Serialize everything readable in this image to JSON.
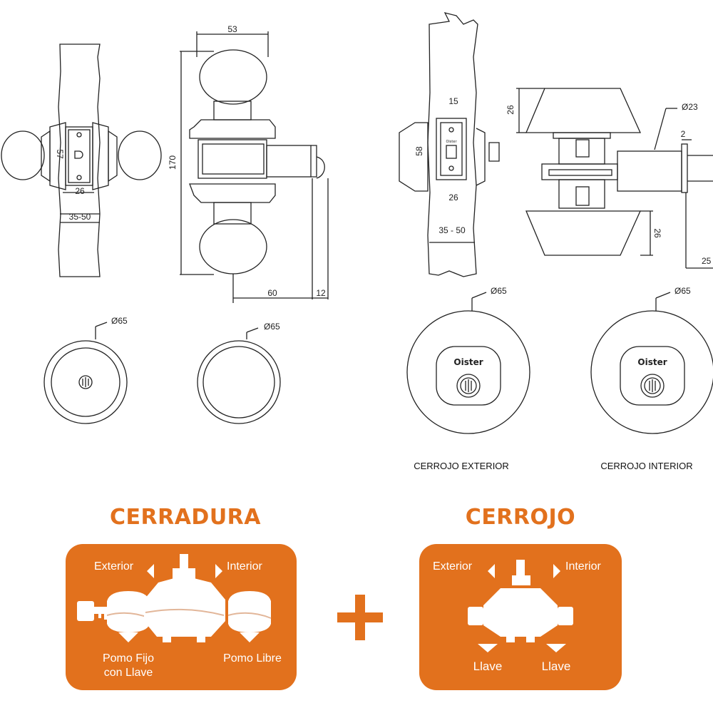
{
  "colors": {
    "accent": "#e2711d",
    "line": "#222222",
    "panel_text": "#ffffff"
  },
  "dimensions": {
    "door_width": "35-50",
    "latch_width": "26",
    "latch_height": "57",
    "knob_diameter": "53",
    "total_height": "170",
    "backset": "60",
    "plate_offset": "12",
    "rose_diameter_left": "Ø65",
    "rose_diameter_right": "Ø65",
    "deadbolt_door_width": "35 - 50",
    "deadbolt_latch_width": "26",
    "deadbolt_latch_top": "15",
    "deadbolt_latch_height": "58",
    "cylinder_height_top": "26",
    "cylinder_height_bottom": "26",
    "bolt_diameter": "Ø23",
    "bolt_plate": "2",
    "bolt_throw": "25",
    "rose_exterior": "Ø65",
    "rose_interior": "Ø65"
  },
  "brand": {
    "name": "Oister",
    "plate_mark": "Oister"
  },
  "captions": {
    "exterior": "CERROJO EXTERIOR",
    "interior": "CERROJO INTERIOR"
  },
  "sections": {
    "cerradura": {
      "title": "CERRADURA",
      "exterior_label": "Exterior",
      "interior_label": "Interior",
      "left_label": "Pomo Fijo\ncon Llave",
      "right_label": "Pomo Libre"
    },
    "cerrojo": {
      "title": "CERROJO",
      "exterior_label": "Exterior",
      "interior_label": "Interior",
      "left_label": "Llave",
      "right_label": "Llave"
    }
  },
  "icons": [
    "arrow-left-icon",
    "arrow-right-icon",
    "arrow-down-icon",
    "key-icon",
    "lock-body-icon",
    "plus-icon"
  ]
}
